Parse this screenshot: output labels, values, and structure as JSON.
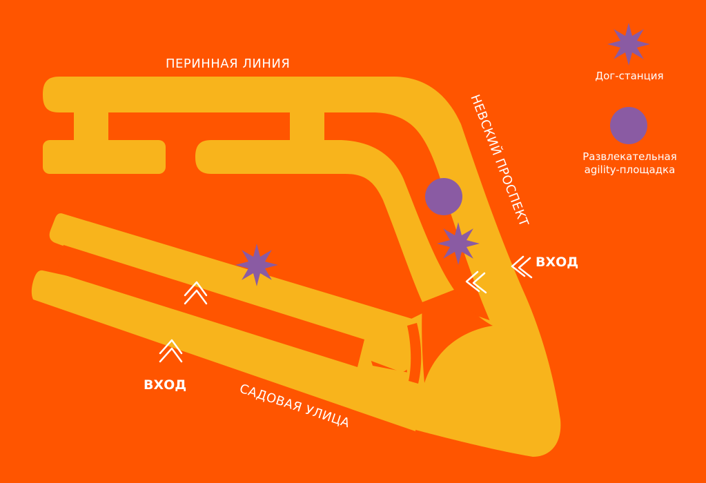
{
  "colors": {
    "background": "#FF5500",
    "roads": "#F8B41C",
    "marker": "#8A5BA3",
    "text": "#FFFFFF"
  },
  "streets": {
    "perinnaya": "ПЕРИННАЯ ЛИНИЯ",
    "nevsky": "НЕВСКИЙ ПРОСПЕКТ",
    "sadovaya": "САДОВАЯ УЛИЦА"
  },
  "entrances": {
    "right_label": "ВХОД",
    "left_label": "ВХОД"
  },
  "legend": {
    "dog_station": {
      "label": "Дог-станция",
      "icon": "star-icon"
    },
    "agility": {
      "label_line1": "Развлекательная",
      "label_line2": "agility-площадка",
      "icon": "circle-icon"
    }
  },
  "markers": [
    {
      "type": "dog-station",
      "icon": "star-icon"
    },
    {
      "type": "dog-station",
      "icon": "star-icon"
    },
    {
      "type": "agility",
      "icon": "circle-icon"
    }
  ]
}
